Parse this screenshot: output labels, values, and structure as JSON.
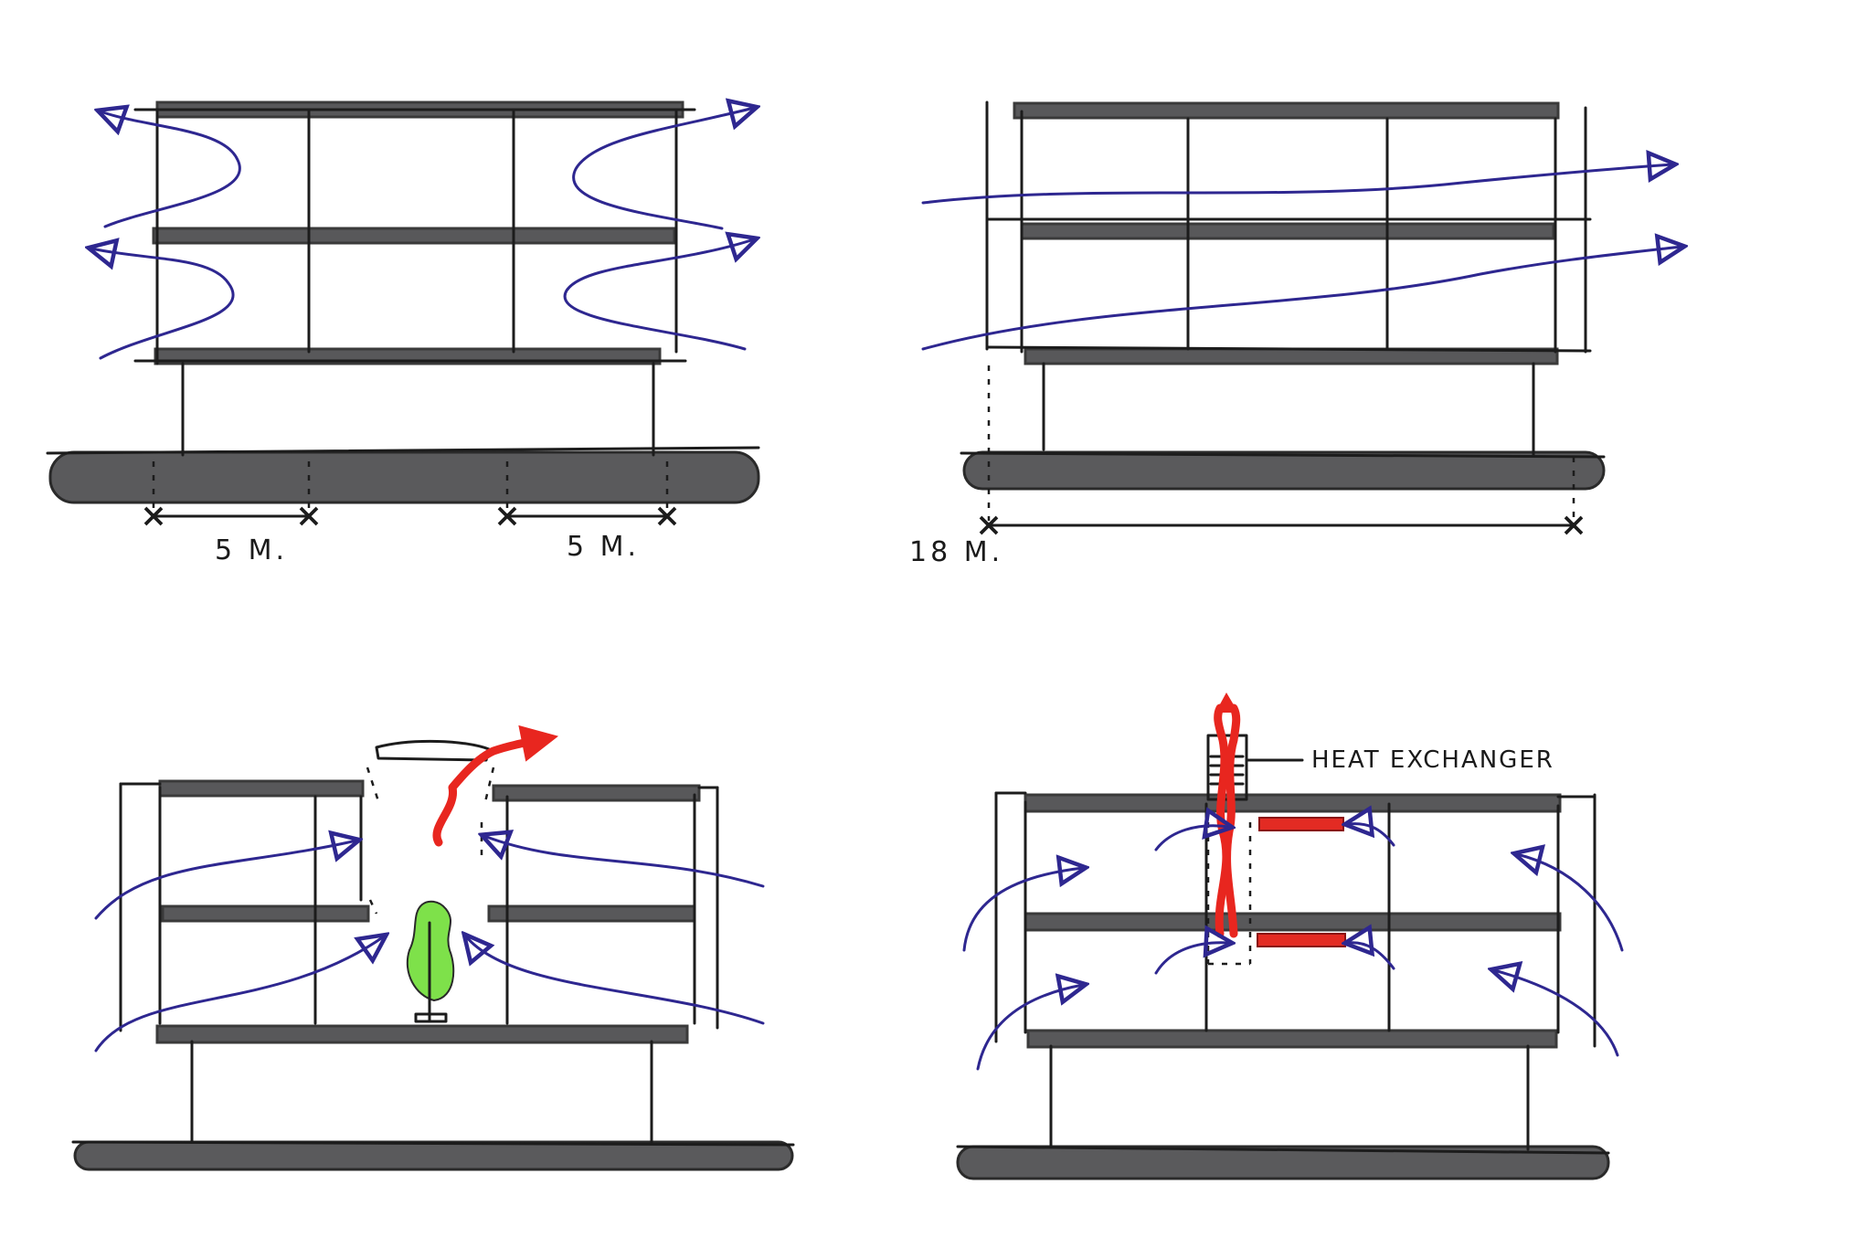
{
  "panels": {
    "top_left": {
      "dimension_left": "5 M.",
      "dimension_right": "5 M."
    },
    "top_right": {
      "dimension_total": "18 M."
    },
    "bottom_left": {},
    "bottom_right": {
      "annotation": "HEAT EXCHANGER"
    }
  },
  "colors": {
    "airflow": "#2e2790",
    "warm_air": "#e8261f",
    "radiator": "#e32b23",
    "vegetation": "#7ee14a",
    "slab": "#58585a",
    "ground": "#5a5a5c"
  }
}
